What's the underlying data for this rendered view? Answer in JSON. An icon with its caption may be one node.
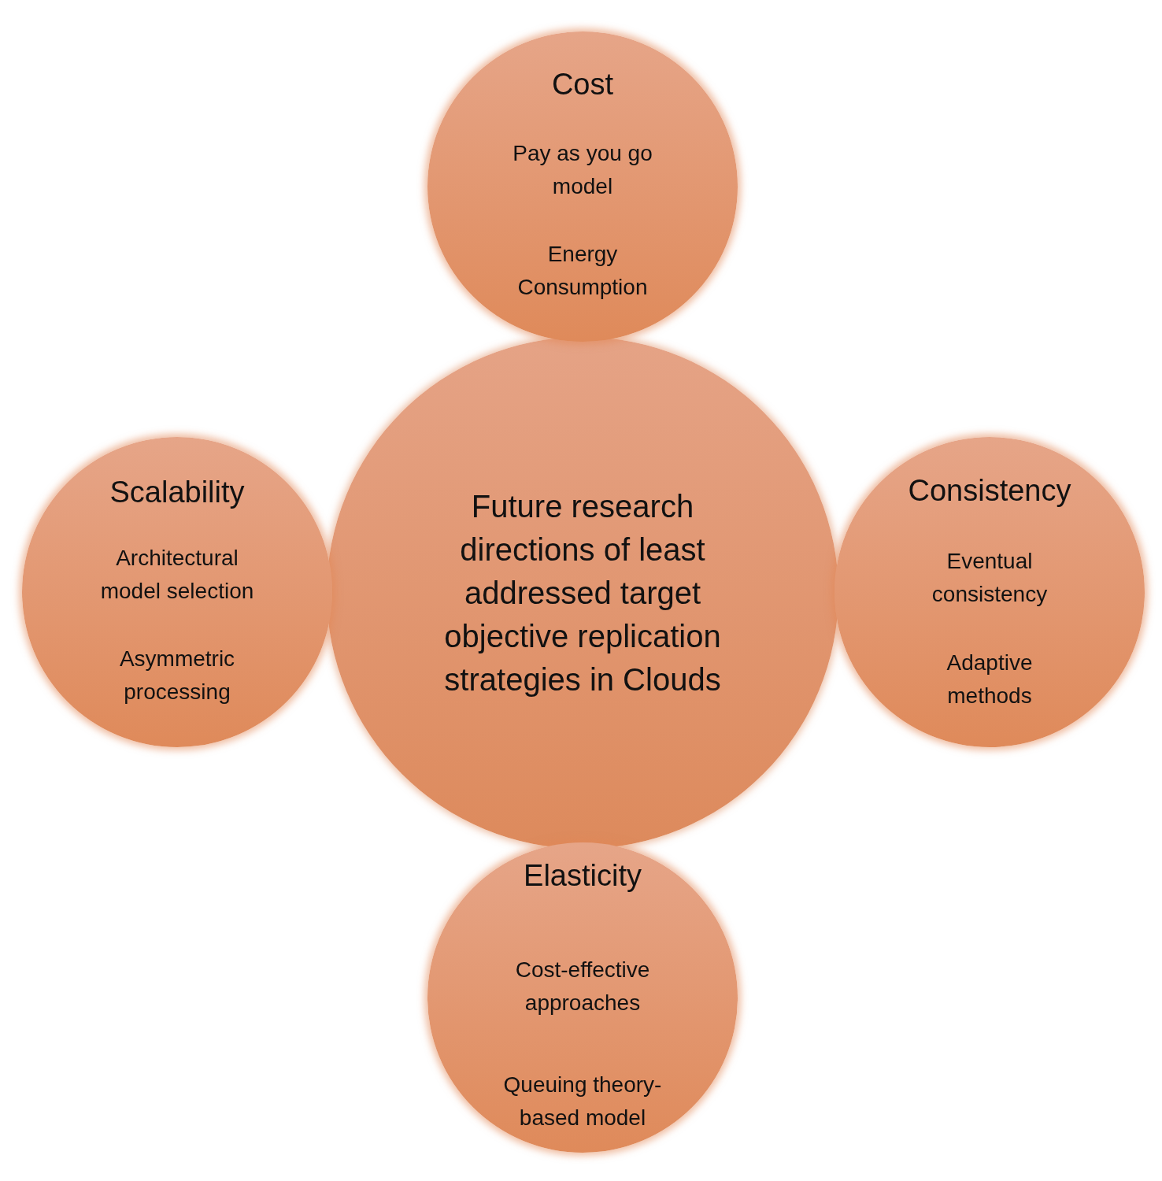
{
  "diagram": {
    "nodes": [
      {
        "text": [
          "Cost",
          "Pay as you go model",
          "Energy Consumption"
        ]
      },
      {
        "text": [
          "Scalability",
          "Architectural model selection",
          "Asymmetric processing"
        ]
      },
      {
        "text": [
          "Future research directions of least addressed target objective replication strategies in Clouds"
        ]
      },
      {
        "text": [
          "Consistency",
          "Eventual consistency",
          "Adaptive methods"
        ]
      },
      {
        "text": [
          "Elasticity",
          "Cost-effective approaches",
          "Queuing theory-based model"
        ]
      }
    ]
  }
}
